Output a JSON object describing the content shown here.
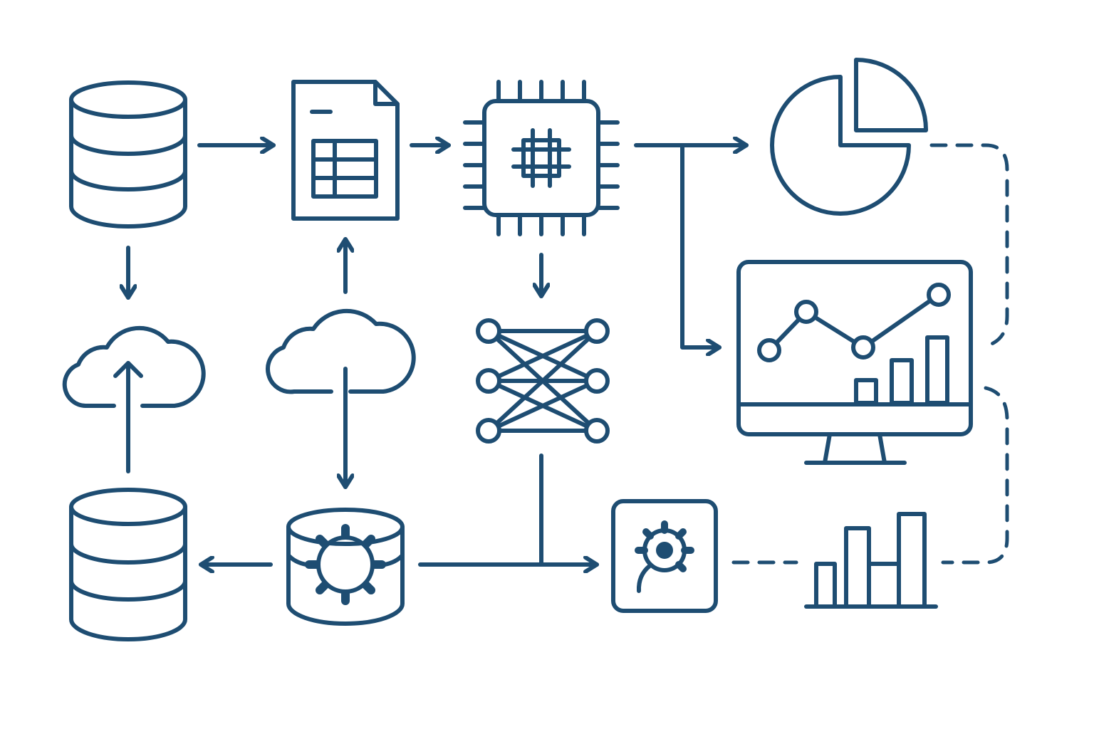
{
  "diagram": {
    "stroke_color": "#1e4d72",
    "background_color": "#ffffff",
    "nodes": [
      {
        "id": "database-top",
        "icon": "database-icon"
      },
      {
        "id": "spreadsheet-document",
        "icon": "spreadsheet-document-icon"
      },
      {
        "id": "cpu-chip",
        "icon": "cpu-chip-icon"
      },
      {
        "id": "pie-chart",
        "icon": "pie-chart-icon"
      },
      {
        "id": "cloud-upload",
        "icon": "cloud-upload-icon"
      },
      {
        "id": "cloud-sync",
        "icon": "cloud-icon"
      },
      {
        "id": "neural-network",
        "icon": "neural-network-icon"
      },
      {
        "id": "analytics-monitor",
        "icon": "analytics-monitor-icon"
      },
      {
        "id": "database-bottom",
        "icon": "database-icon"
      },
      {
        "id": "database-settings",
        "icon": "database-gear-icon"
      },
      {
        "id": "settings-panel",
        "icon": "gear-panel-icon"
      },
      {
        "id": "bar-chart",
        "icon": "bar-chart-icon"
      }
    ],
    "connections": [
      {
        "from": "database-top",
        "to": "spreadsheet-document",
        "style": "arrow"
      },
      {
        "from": "spreadsheet-document",
        "to": "cpu-chip",
        "style": "arrow"
      },
      {
        "from": "cpu-chip",
        "to": "pie-chart",
        "style": "arrow"
      },
      {
        "from": "cpu-chip",
        "to": "analytics-monitor",
        "style": "arrow"
      },
      {
        "from": "cpu-chip",
        "to": "neural-network",
        "style": "arrow"
      },
      {
        "from": "database-top",
        "to": "cloud-upload",
        "style": "arrow"
      },
      {
        "from": "database-bottom",
        "to": "cloud-upload",
        "style": "arrow"
      },
      {
        "from": "cloud-sync",
        "to": "spreadsheet-document",
        "style": "arrow"
      },
      {
        "from": "cloud-sync",
        "to": "database-settings",
        "style": "arrow"
      },
      {
        "from": "database-settings",
        "to": "database-bottom",
        "style": "arrow"
      },
      {
        "from": "database-settings",
        "to": "settings-panel",
        "style": "arrow"
      },
      {
        "from": "neural-network",
        "to": "settings-panel",
        "style": "arrow"
      },
      {
        "from": "pie-chart",
        "to": "analytics-monitor",
        "style": "dashed"
      },
      {
        "from": "analytics-monitor",
        "to": "bar-chart",
        "style": "dashed"
      },
      {
        "from": "settings-panel",
        "to": "bar-chart",
        "style": "dashed"
      }
    ]
  }
}
